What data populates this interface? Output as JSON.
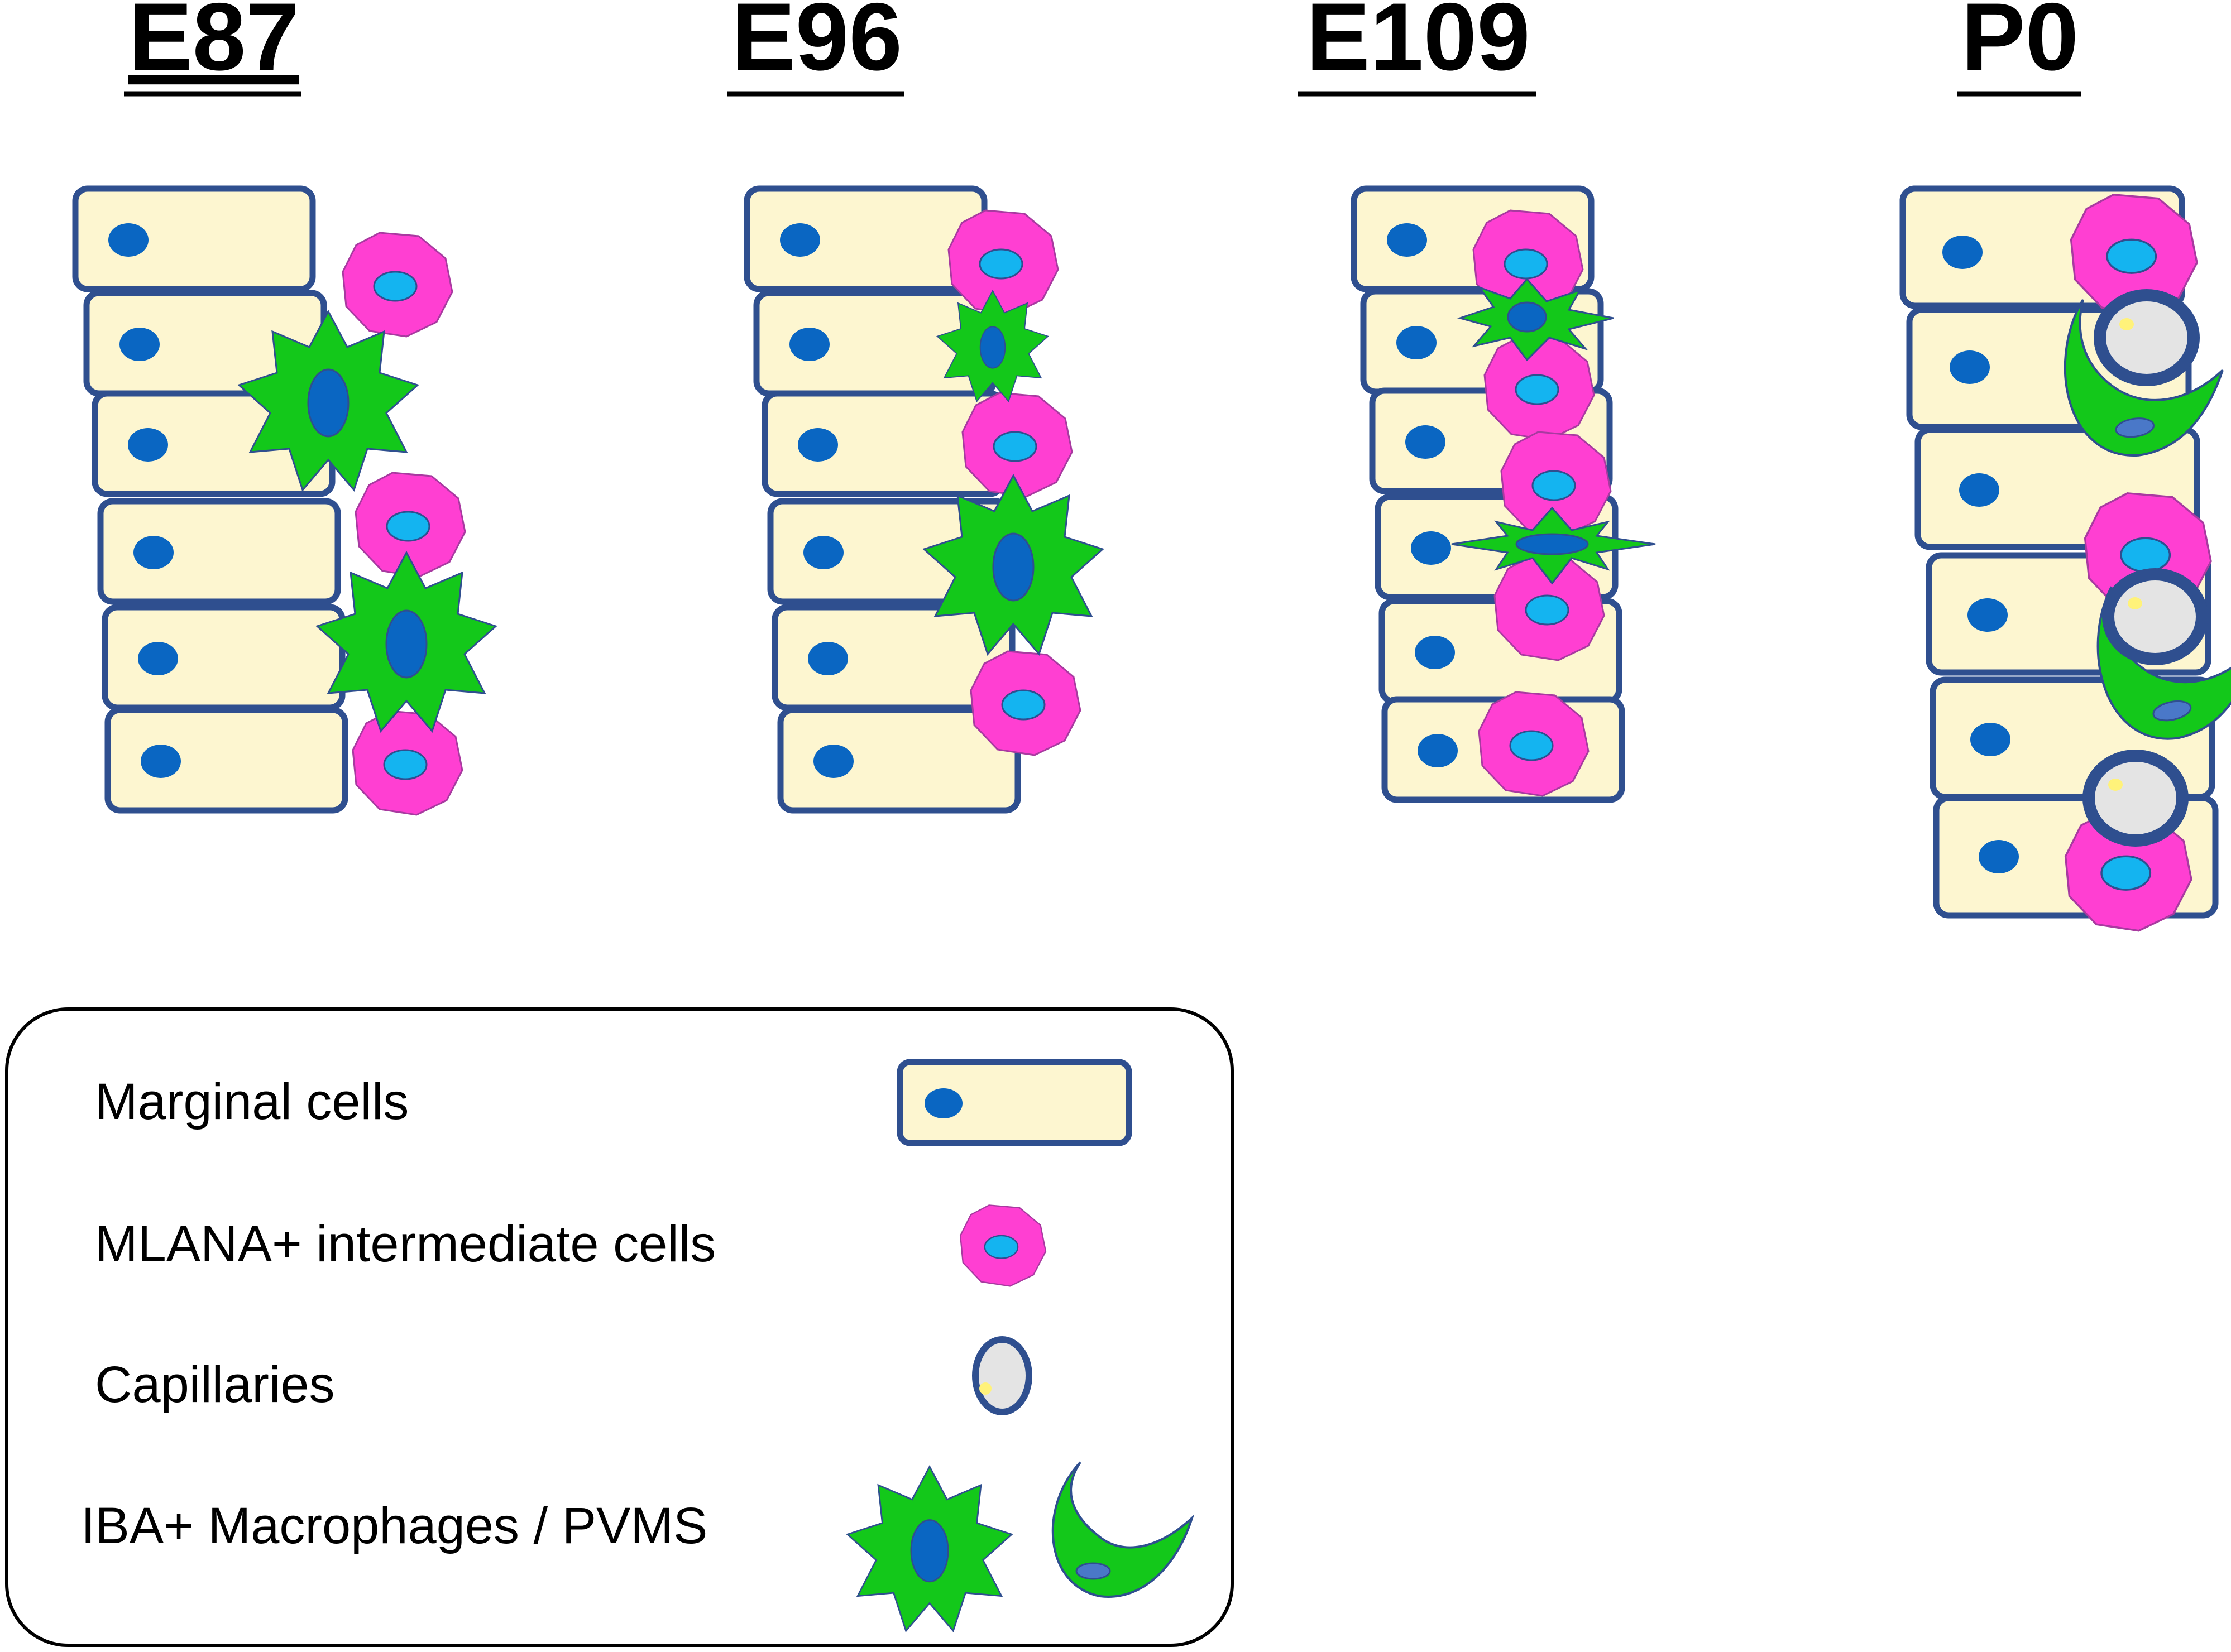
{
  "stages": [
    {
      "label": "E87"
    },
    {
      "label": "E96"
    },
    {
      "label": "E109"
    },
    {
      "label": "P0"
    }
  ],
  "legend": {
    "items": [
      {
        "label": "Marginal cells",
        "icon": "marginal-cell-icon"
      },
      {
        "label": "MLANA+ intermediate cells",
        "icon": "intermediate-cell-icon"
      },
      {
        "label": "Capillaries",
        "icon": "capillary-icon"
      },
      {
        "label": "IBA+ Macrophages / PVMS",
        "icon": "macrophage-icon"
      }
    ]
  },
  "colors": {
    "marginal_fill": "#fdf6d0",
    "outline": "#2f4f8f",
    "nucleus": "#0a66c2",
    "intermediate_fill": "#ff3fd2",
    "intermediate_nucleus": "#14b4f0",
    "macrophage_fill": "#13c81a",
    "capillary_fill": "#e4e4e4",
    "capillary_spot": "#fff27a"
  }
}
